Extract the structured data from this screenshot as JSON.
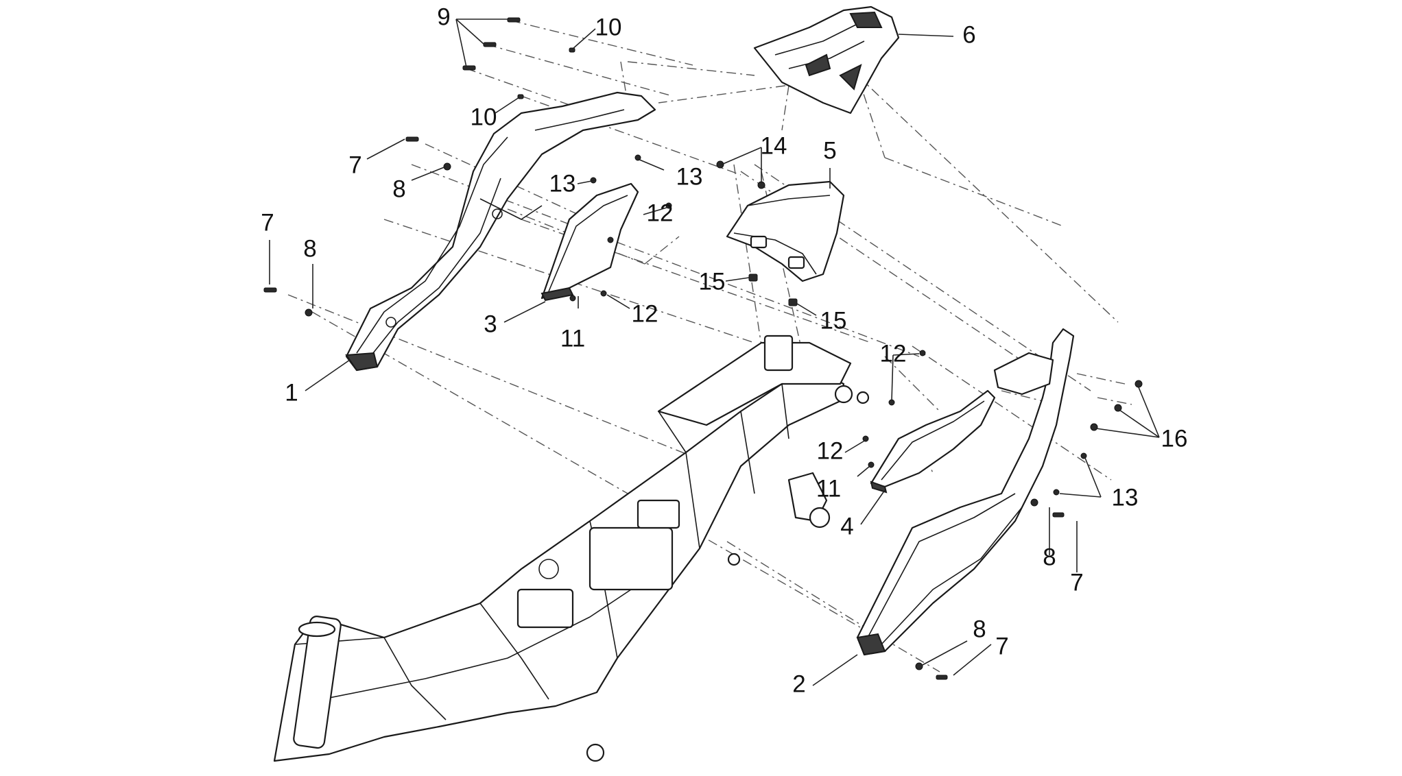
{
  "callouts": [
    {
      "label": "1"
    },
    {
      "label": "2"
    },
    {
      "label": "3"
    },
    {
      "label": "4"
    },
    {
      "label": "5"
    },
    {
      "label": "6"
    },
    {
      "label": "7"
    },
    {
      "label": "7"
    },
    {
      "label": "7"
    },
    {
      "label": "7"
    },
    {
      "label": "8"
    },
    {
      "label": "8"
    },
    {
      "label": "8"
    },
    {
      "label": "8"
    },
    {
      "label": "9"
    },
    {
      "label": "10"
    },
    {
      "label": "10"
    },
    {
      "label": "11"
    },
    {
      "label": "11"
    },
    {
      "label": "12"
    },
    {
      "label": "12"
    },
    {
      "label": "12"
    },
    {
      "label": "12"
    },
    {
      "label": "13"
    },
    {
      "label": "13"
    },
    {
      "label": "13"
    },
    {
      "label": "14"
    },
    {
      "label": "15"
    },
    {
      "label": "15"
    },
    {
      "label": "16"
    }
  ]
}
